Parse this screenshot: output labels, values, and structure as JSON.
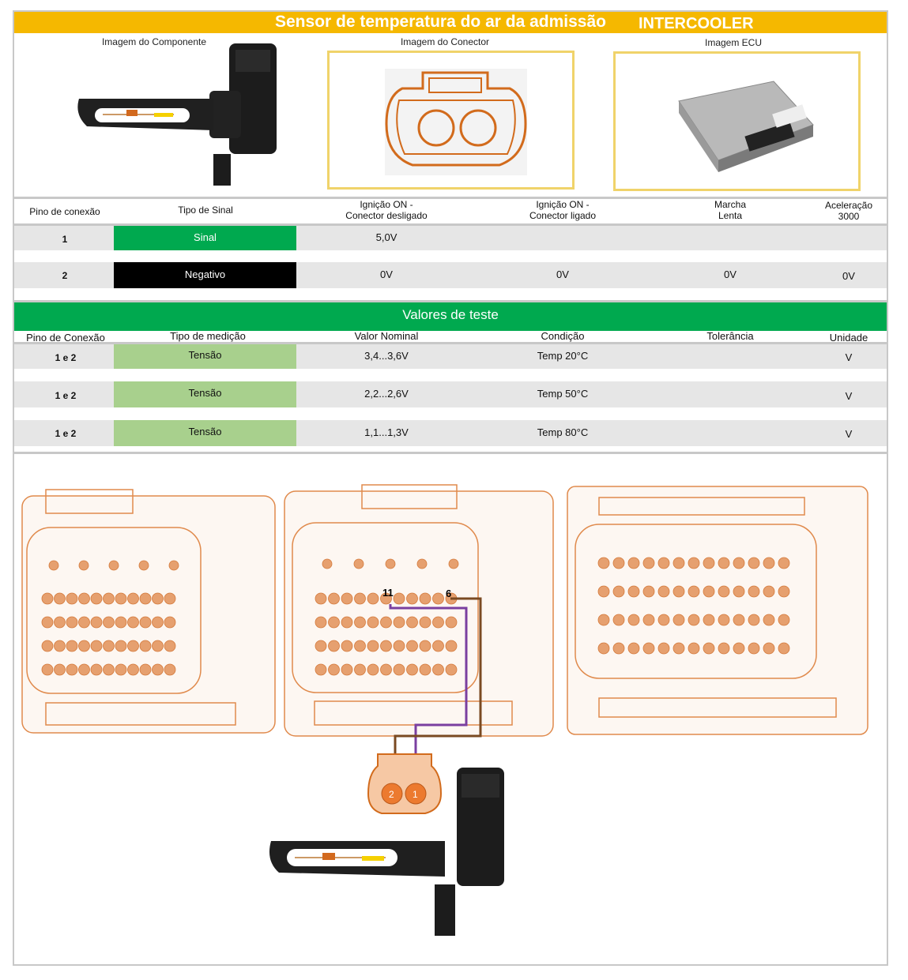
{
  "title": {
    "main": "Sensor de temperatura do ar da admissão",
    "sub": "INTERCOOLER"
  },
  "images": {
    "component_caption": "Imagem do Componente",
    "connector_caption": "Imagem do Conector",
    "ecu_caption": "Imagem ECU"
  },
  "signal_table": {
    "headers": {
      "pin": "Pino de conexão",
      "type": "Tipo de Sinal",
      "ign_off": "Ignição ON -\nConector desligado",
      "ign_on": "Ignição ON -\nConector ligado",
      "idle": "Marcha\nLenta",
      "accel": "Aceleração\n3000"
    },
    "rows": [
      {
        "pin": "1",
        "type": "Sinal",
        "type_color": "#00a94f",
        "ign_off": "5,0V",
        "ign_on": "",
        "idle": "",
        "accel": ""
      },
      {
        "pin": "2",
        "type": "Negativo",
        "type_color": "#000000",
        "ign_off": "0V",
        "ign_on": "0V",
        "idle": "0V",
        "accel": "0V"
      }
    ]
  },
  "test_section": {
    "title": "Valores de teste",
    "headers": {
      "pin": "Pino de Conexão",
      "type": "Tipo de medição",
      "nominal": "Valor Nominal",
      "condition": "Condição",
      "tolerance": "Tolerância",
      "unit": "Unidade"
    },
    "rows": [
      {
        "pin": "1 e 2",
        "type": "Tensão",
        "nominal": "3,4...3,6V",
        "condition": "Temp 20°C",
        "unit": "V"
      },
      {
        "pin": "1 e 2",
        "type": "Tensão",
        "nominal": "2,2...2,6V",
        "condition": "Temp 50°C",
        "unit": "V"
      },
      {
        "pin": "1 e 2",
        "type": "Tensão",
        "nominal": "1,1...1,3V",
        "condition": "Temp 80°C",
        "unit": "V"
      }
    ]
  },
  "wiring": {
    "ecu_pin_a": "11",
    "ecu_pin_b": "6",
    "sensor_pin_a": "2",
    "sensor_pin_b": "1",
    "colors": {
      "signal_wire": "#7a3fa0",
      "ground_wire": "#7a4a22",
      "outline": "#e08a4c"
    }
  }
}
